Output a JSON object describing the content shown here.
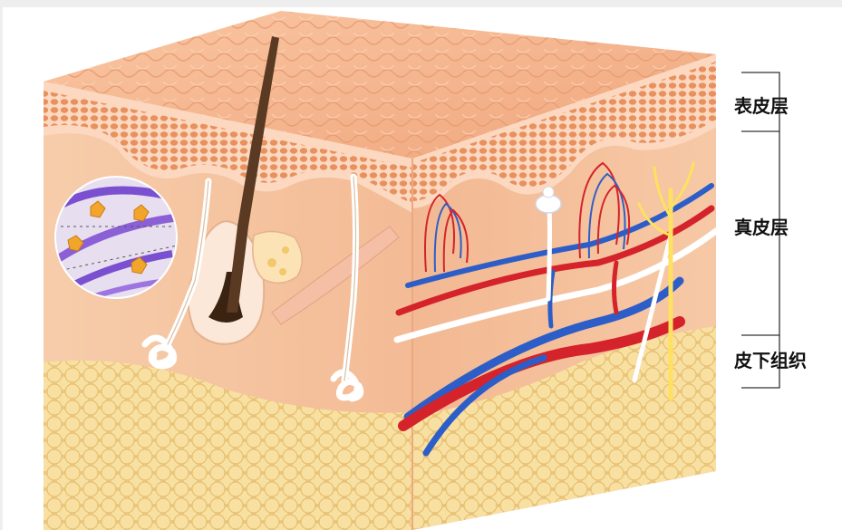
{
  "diagram": {
    "labels": {
      "epidermis": "表皮层",
      "dermis": "真皮层",
      "subcutaneous": "皮下组织"
    },
    "colors": {
      "epidermis_top": "#f4b48e",
      "epidermis_cells": "#e8915f",
      "dermis": "#f6c6a4",
      "fat_cells": "#f7dc9a",
      "artery": "#d4232a",
      "vein": "#2d5ec8",
      "nerve": "#ffffff",
      "nerve_yellow": "#ffe060",
      "hair": "#5a3a22",
      "collagen": "#8b5fd6"
    }
  }
}
